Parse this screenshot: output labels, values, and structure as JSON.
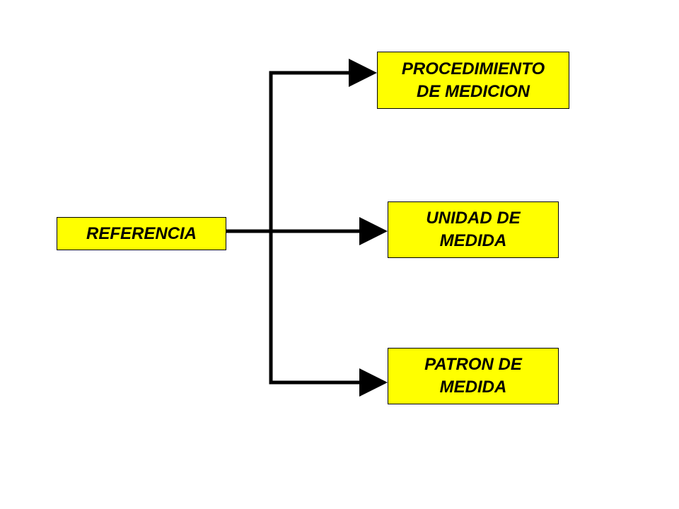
{
  "diagram": {
    "colors": {
      "box_fill": "#ffff00",
      "box_border": "#000000",
      "connector": "#000000"
    },
    "source": {
      "label": "REFERENCIA"
    },
    "targets": [
      {
        "label": "PROCEDIMIENTO\nDE MEDICION"
      },
      {
        "label": "UNIDAD DE\nMEDIDA"
      },
      {
        "label": "PATRON DE\nMEDIDA"
      }
    ]
  }
}
